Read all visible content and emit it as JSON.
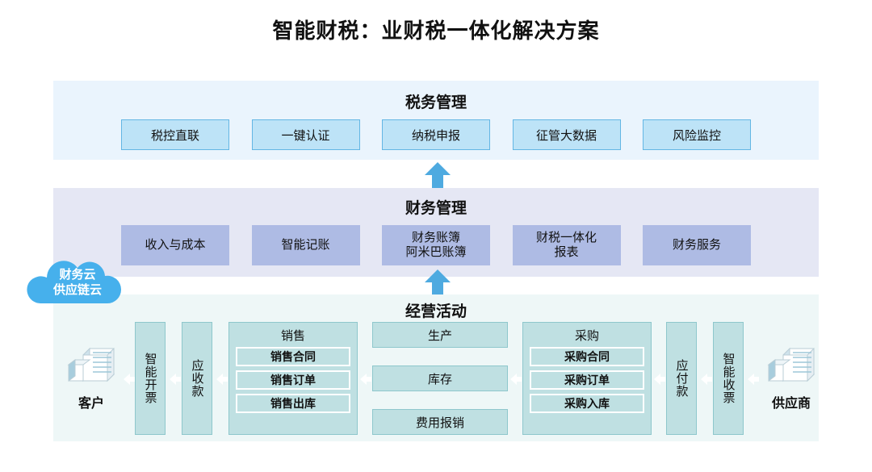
{
  "title": "智能财税：业财税一体化解决方案",
  "bands": {
    "tax": {
      "title": "税务管理",
      "items": [
        "税控直联",
        "一键认证",
        "纳税申报",
        "征管大数据",
        "风险监控"
      ]
    },
    "finance": {
      "title": "财务管理",
      "items": [
        "收入与成本",
        "智能记账",
        "财务账簿\n阿米巴账簿",
        "财税一体化\n报表",
        "财务服务"
      ],
      "items_line1": [
        "收入与成本",
        "智能记账",
        "财务账簿",
        "财税一体化",
        "财务服务"
      ],
      "items_line2": [
        "",
        "",
        "阿米巴账簿",
        "报表",
        ""
      ]
    },
    "operations": {
      "title": "经营活动",
      "customer_label": "客户",
      "supplier_label": "供应商",
      "customer_icon": "office-building-icon",
      "supplier_icon": "office-building-icon",
      "left_vertical": [
        "智能开票",
        "应收款"
      ],
      "right_vertical": [
        "应付款",
        "智能收票"
      ],
      "sales_group": {
        "title": "销售",
        "items": [
          "销售合同",
          "销售订单",
          "销售出库"
        ]
      },
      "middle_stack": [
        "生产",
        "库存",
        "费用报销"
      ],
      "purchase_group": {
        "title": "采购",
        "items": [
          "采购合同",
          "采购订单",
          "采购入库"
        ]
      }
    }
  },
  "cloud_badge": {
    "line1": "财务云",
    "line2": "供应链云"
  },
  "colors": {
    "tax_band": "#eaf4fd",
    "tax_box": "#bde3f7",
    "tax_box_border": "#63b6e4",
    "finance_band": "#e5e7f4",
    "finance_box": "#aebbe4",
    "ops_band": "#eef7f7",
    "ops_box": "#bfe0e2",
    "ops_box_border": "#8ec7cc",
    "arrow": "#4eaae0",
    "cloud": "#46b0ec"
  },
  "icons": {
    "up_arrow": "arrow-up-icon",
    "connector": "arrow-left-icon"
  }
}
